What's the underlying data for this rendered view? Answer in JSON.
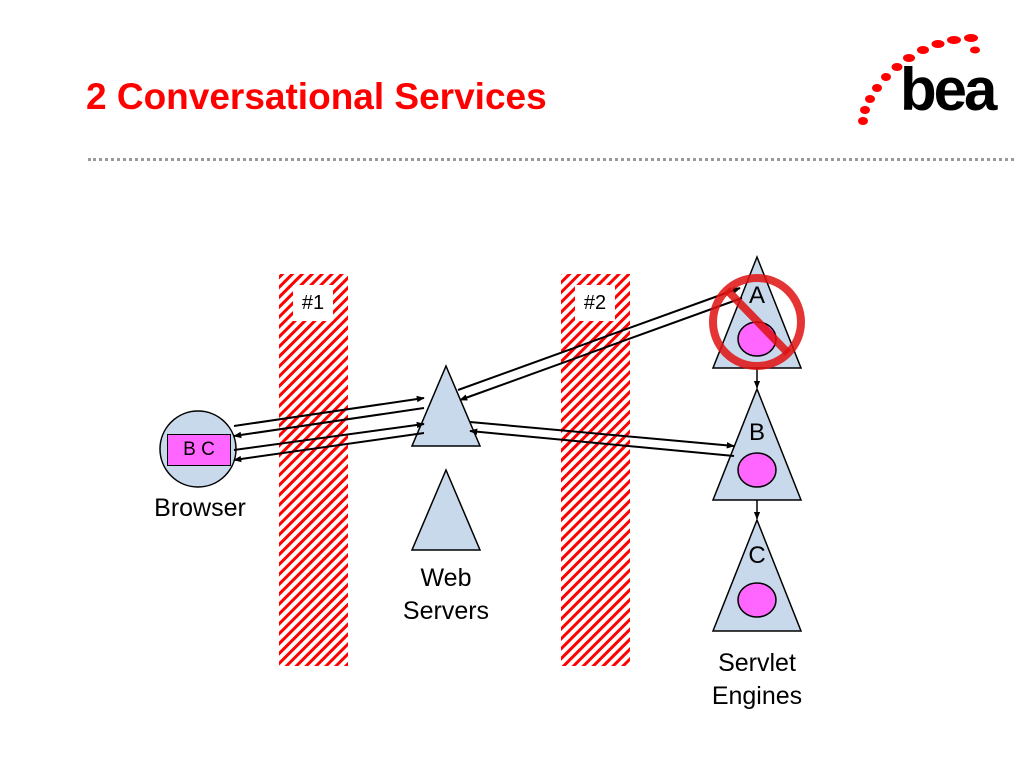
{
  "slide": {
    "title": "2 Conversational Services"
  },
  "logo": {
    "text": "bea",
    "accent_color": "#ff0000"
  },
  "diagram": {
    "browser": {
      "label": "Browser",
      "cookie": "B C"
    },
    "firewalls": [
      {
        "label": "#1"
      },
      {
        "label": "#2"
      }
    ],
    "web_servers": {
      "label_line1": "Web",
      "label_line2": "Servers"
    },
    "servlet_engines": {
      "label_line1": "Servlet",
      "label_line2": "Engines",
      "engines": [
        {
          "letter": "A",
          "failed": true
        },
        {
          "letter": "B",
          "failed": false
        },
        {
          "letter": "C",
          "failed": false
        }
      ]
    },
    "colors": {
      "title": "#ff0000",
      "hatch": "#ff0000",
      "node_fill": "#c9d9ec",
      "session": "#ff66ff",
      "no_sign": "#e01010"
    }
  }
}
